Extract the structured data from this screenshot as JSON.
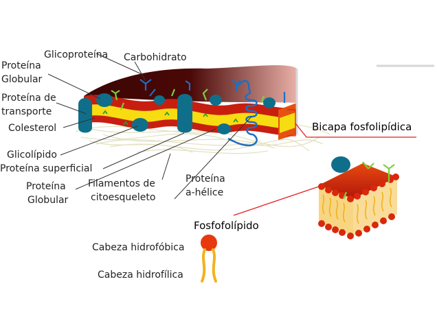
{
  "labels": {
    "glicoproteina": "Glicoproteína",
    "carbohidrato": "Carbohidrato",
    "proteina_globular_top": [
      "Proteína",
      "Globular"
    ],
    "proteina_transporte": [
      "Proteína de",
      "transporte"
    ],
    "colesterol": "Colesterol",
    "glicolipido": "Glicolípido",
    "proteina_superficial": "Proteína superficial",
    "proteina_globular_bottom": [
      "Proteína",
      "Globular"
    ],
    "filamentos": [
      "Filamentos de",
      "citoesqueleto"
    ],
    "proteina_helice": [
      "Proteína",
      "a-hélice"
    ],
    "bicapa": "Bicapa fosfolipídica",
    "fosfolipido": "Fosfofolípido",
    "cabeza_hidrofobica": "Cabeza hidrofóbica",
    "cabeza_hidrofilica": "Cabeza hidrofílica"
  },
  "colors": {
    "outer_layer": "#c81e10",
    "dark_layer": "#5a0e08",
    "core_layer": "#f7dc12",
    "protein": "#0f6f8a",
    "carbohydrate": "#1d6fc2",
    "glycolipid": "#7bd13a",
    "tail": "#f2b21c",
    "head": "#e63a0e",
    "leader_highlight": "#e0201c"
  }
}
